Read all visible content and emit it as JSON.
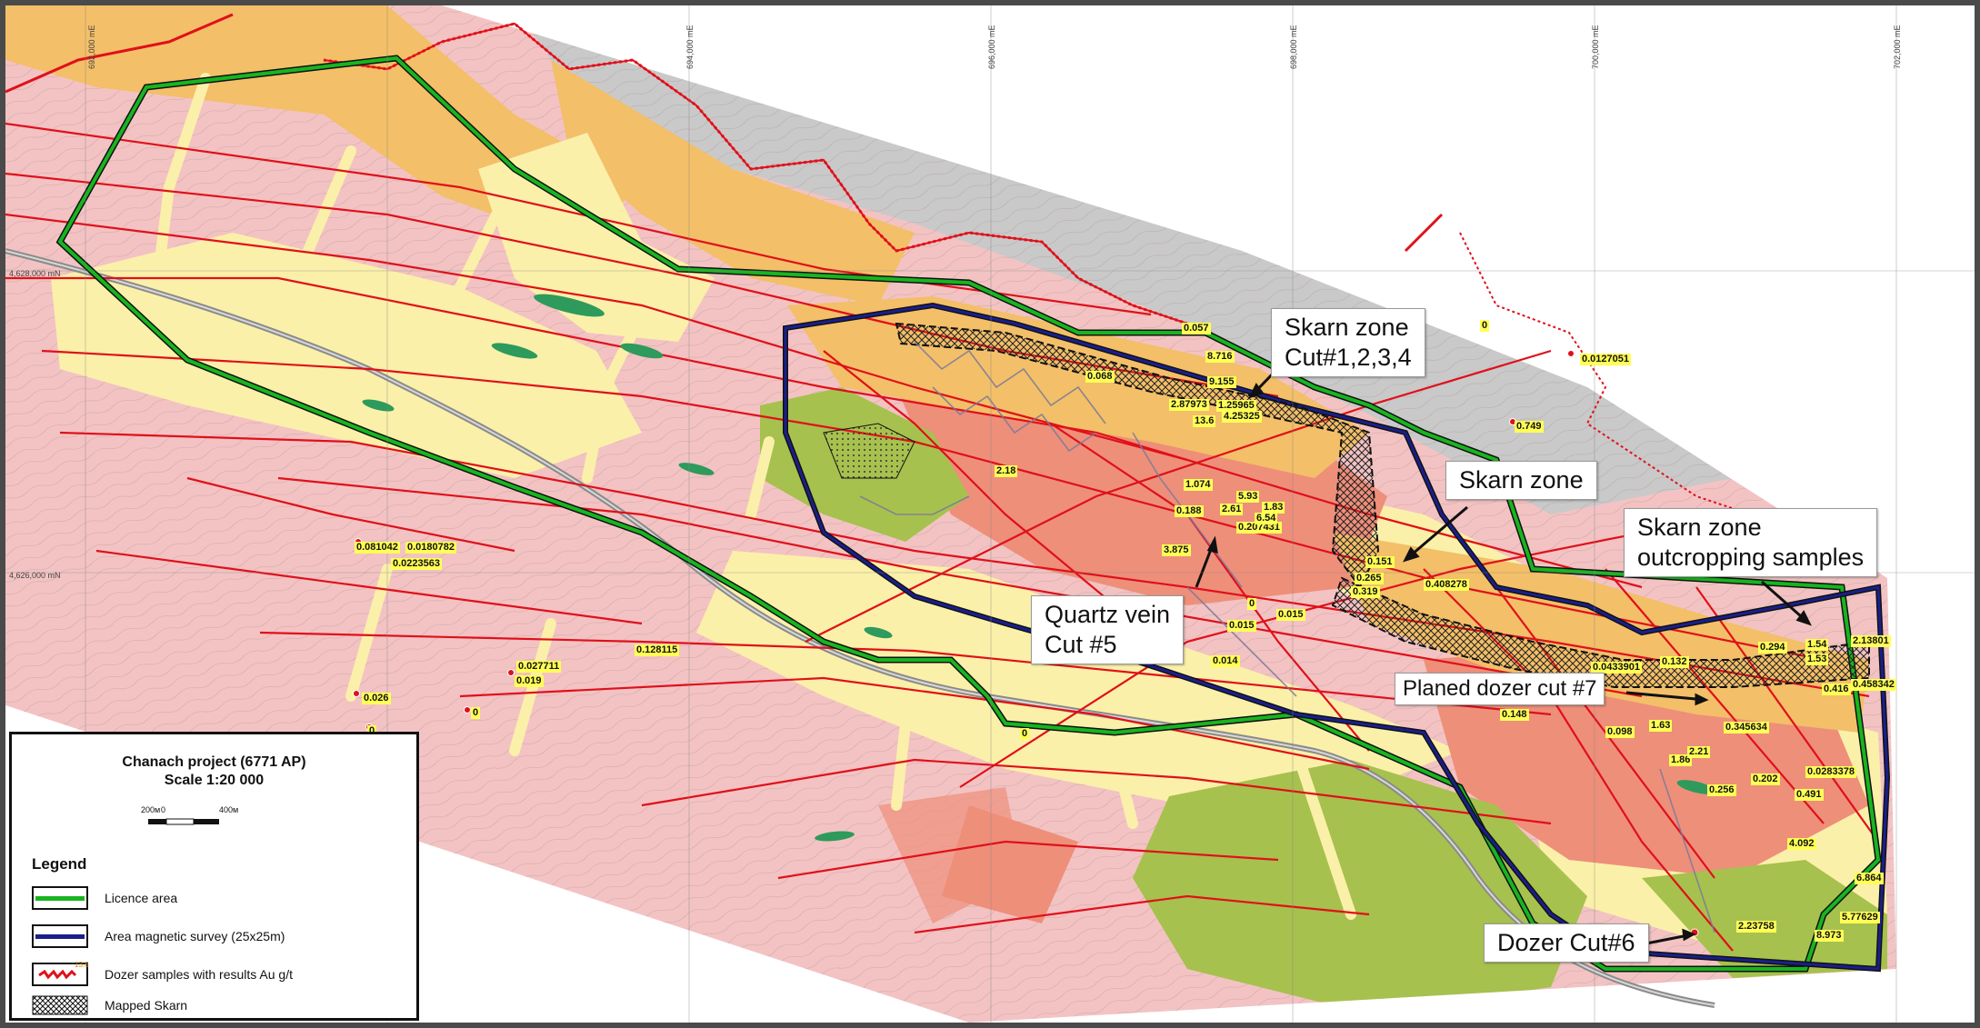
{
  "colors": {
    "pink": "#f3c3c3",
    "pale_yellow": "#fbf0a9",
    "orange": "#f3bf68",
    "salmon": "#ee8f7a",
    "grey": "#c9c9c9",
    "olive": "#a6c14e",
    "dark_olive": "#8fae3a",
    "fault_red": "#e0101a",
    "licence_green": "#18b420",
    "survey_blue": "#1a1f8c"
  },
  "grid_labels": {
    "top": [
      "692,000 mE",
      "694,000 mE",
      "696,000 mE",
      "698,000 mE",
      "700,000 mE",
      "702,000 mE"
    ],
    "left": [
      "4,628,000 mN",
      "4,626,000 mN"
    ]
  },
  "callouts": {
    "skarn_zone_cut1234": [
      "Skarn zone",
      "Cut#1,2,3,4"
    ],
    "skarn_zone": "Skarn zone",
    "skarn_zone_outcropping": [
      "Skarn zone",
      "outcropping samples"
    ],
    "quartz_vein_cut5": [
      "Quartz vein",
      "Cut #5"
    ],
    "planed_dozer_cut7": "Planed dozer cut #7",
    "dozer_cut6": "Dozer Cut#6"
  },
  "samples": [
    "0.057",
    "8.716",
    "0.068",
    "9.155",
    "2.87973",
    "1.25965",
    "13.6",
    "4.25325",
    "1.074",
    "0.188",
    "2.18",
    "3.875",
    "0.207431",
    "5.93",
    "1.83",
    "6.54",
    "2.61",
    "0.151",
    "0.265",
    "0.319",
    "0.408278",
    "0.015",
    "0.015",
    "0.014",
    "0",
    "0.0127051",
    "0.749",
    "0",
    "0.081042",
    "0.0180782",
    "0.0223563",
    "0.128115",
    "0.027711",
    "0.019",
    "0.026",
    "0",
    "0",
    "0",
    "0.0433901",
    "0.132",
    "0.294",
    "1.53",
    "1.54",
    "2.13801",
    "0.416",
    "0.458342",
    "0.148",
    "0.098",
    "1.63",
    "0.345634",
    "1.86",
    "2.21",
    "0.256",
    "0.202",
    "0.0283378",
    "0.491",
    "4.092",
    "6.864",
    "5.77629",
    "2.23758",
    "8.973"
  ],
  "legend": {
    "title": "Chanach project  (6771 AP)",
    "scale": "Scale 1:20 000",
    "scalebar": [
      "200м",
      "0",
      "400м"
    ],
    "heading": "Legend",
    "items": [
      {
        "label": "Licence area",
        "swatch": "licence",
        "color": "#18b420"
      },
      {
        "label": "Area magnetic survey (25x25m)",
        "swatch": "survey",
        "color": "#1a1f8c"
      },
      {
        "label": "Dozer samples with results Au g/t",
        "swatch": "dozer",
        "color": "#e0101a",
        "swatch_text": "13.6"
      },
      {
        "label": "Mapped Skarn",
        "swatch": "skarn",
        "color": "#111111"
      }
    ]
  }
}
